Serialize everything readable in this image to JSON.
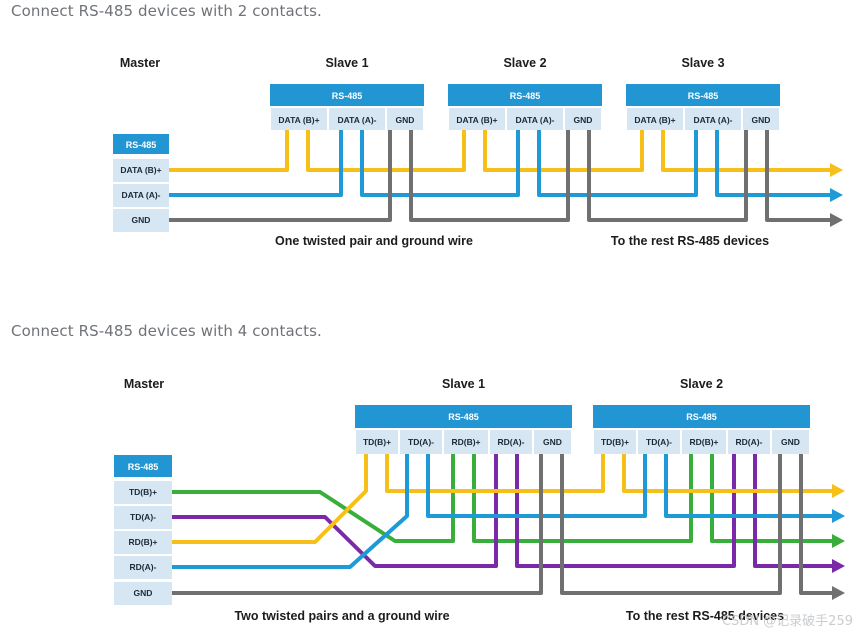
{
  "colors": {
    "blue_header": "#2196d3",
    "cell_bg": "#d6e6f2",
    "yellow": "#f7bf19",
    "blue": "#1e9ad6",
    "gray": "#707070",
    "green": "#3aae3a",
    "purple": "#7a2aa8"
  },
  "section1": {
    "heading": "Connect RS-485 devices with 2 contacts.",
    "master_label": "Master",
    "master_box": {
      "title": "RS-485",
      "rows": [
        "DATA (B)+",
        "DATA (A)-",
        "GND"
      ]
    },
    "slaves": [
      {
        "label": "Slave 1",
        "title": "RS-485",
        "cells": [
          "DATA (B)+",
          "DATA (A)-",
          "GND"
        ]
      },
      {
        "label": "Slave 2",
        "title": "RS-485",
        "cells": [
          "DATA (B)+",
          "DATA (A)-",
          "GND"
        ]
      },
      {
        "label": "Slave 3",
        "title": "RS-485",
        "cells": [
          "DATA (B)+",
          "DATA (A)-",
          "GND"
        ]
      }
    ],
    "caption_left": "One twisted pair and ground wire",
    "caption_right": "To the rest RS-485 devices"
  },
  "section2": {
    "heading": "Connect RS-485 devices with 4 contacts.",
    "master_label": "Master",
    "master_box": {
      "title": "RS-485",
      "rows": [
        "TD(B)+",
        "TD(A)-",
        "RD(B)+",
        "RD(A)-",
        "GND"
      ]
    },
    "slaves": [
      {
        "label": "Slave 1",
        "title": "RS-485",
        "cells": [
          "TD(B)+",
          "TD(A)-",
          "RD(B)+",
          "RD(A)-",
          "GND"
        ]
      },
      {
        "label": "Slave 2",
        "title": "RS-485",
        "cells": [
          "TD(B)+",
          "TD(A)-",
          "RD(B)+",
          "RD(A)-",
          "GND"
        ]
      }
    ],
    "caption_left": "Two twisted pairs and a ground wire",
    "caption_right": "To the rest RS-485 devices"
  },
  "watermark": "CSDN @记录破手259"
}
